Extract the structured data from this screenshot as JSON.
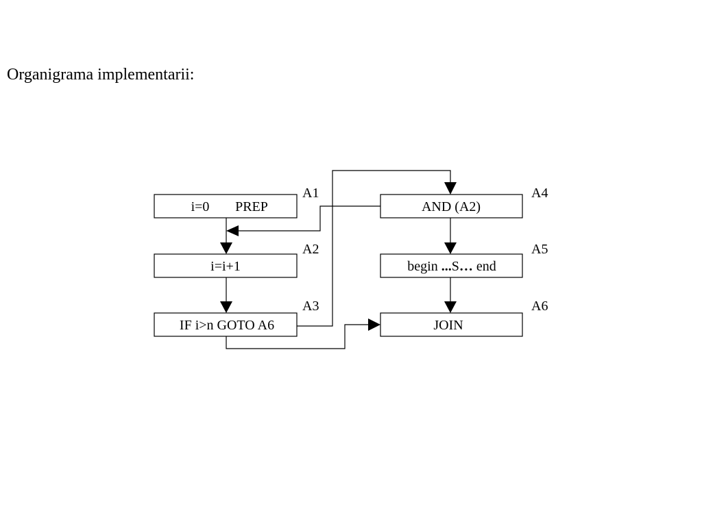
{
  "title": "Organigrama implementarii:",
  "blocks": {
    "a1": {
      "id": "A1",
      "left": "i=0",
      "right": "PREP"
    },
    "a2": {
      "id": "A2",
      "label": "i=i+1"
    },
    "a3": {
      "id": "A3",
      "label": "IF i>n GOTO A6"
    },
    "a4": {
      "id": "A4",
      "label": "AND (A2)"
    },
    "a5": {
      "id": "A5",
      "pre": "begin ",
      "bold1": "...",
      "mid": "S",
      "bold2": "…",
      "post": " end"
    },
    "a6": {
      "id": "A6",
      "label": "JOIN"
    }
  }
}
